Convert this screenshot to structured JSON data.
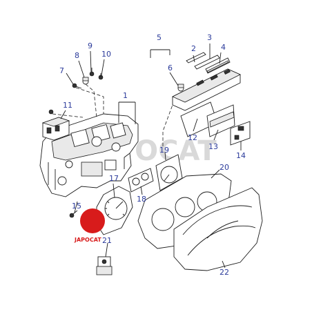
{
  "watermark": "JAPOCAT",
  "logo": {
    "text": "JAPOCAT",
    "color": "#d81b1b"
  },
  "label_color": "#2a3a9a",
  "callouts": [
    {
      "id": "c1",
      "text": "1"
    },
    {
      "id": "c2",
      "text": "2"
    },
    {
      "id": "c3",
      "text": "3"
    },
    {
      "id": "c4",
      "text": "4"
    },
    {
      "id": "c5",
      "text": "5"
    },
    {
      "id": "c6",
      "text": "6"
    },
    {
      "id": "c7",
      "text": "7"
    },
    {
      "id": "c8",
      "text": "8"
    },
    {
      "id": "c9",
      "text": "9"
    },
    {
      "id": "c10",
      "text": "10"
    },
    {
      "id": "c11",
      "text": "11"
    },
    {
      "id": "c12",
      "text": "12"
    },
    {
      "id": "c13",
      "text": "13"
    },
    {
      "id": "c14",
      "text": "14"
    },
    {
      "id": "c15",
      "text": "15"
    },
    {
      "id": "c17",
      "text": "17"
    },
    {
      "id": "c18",
      "text": "18"
    },
    {
      "id": "c19",
      "text": "19"
    },
    {
      "id": "c20",
      "text": "20"
    },
    {
      "id": "c21",
      "text": "21"
    },
    {
      "id": "c22",
      "text": "22"
    }
  ]
}
